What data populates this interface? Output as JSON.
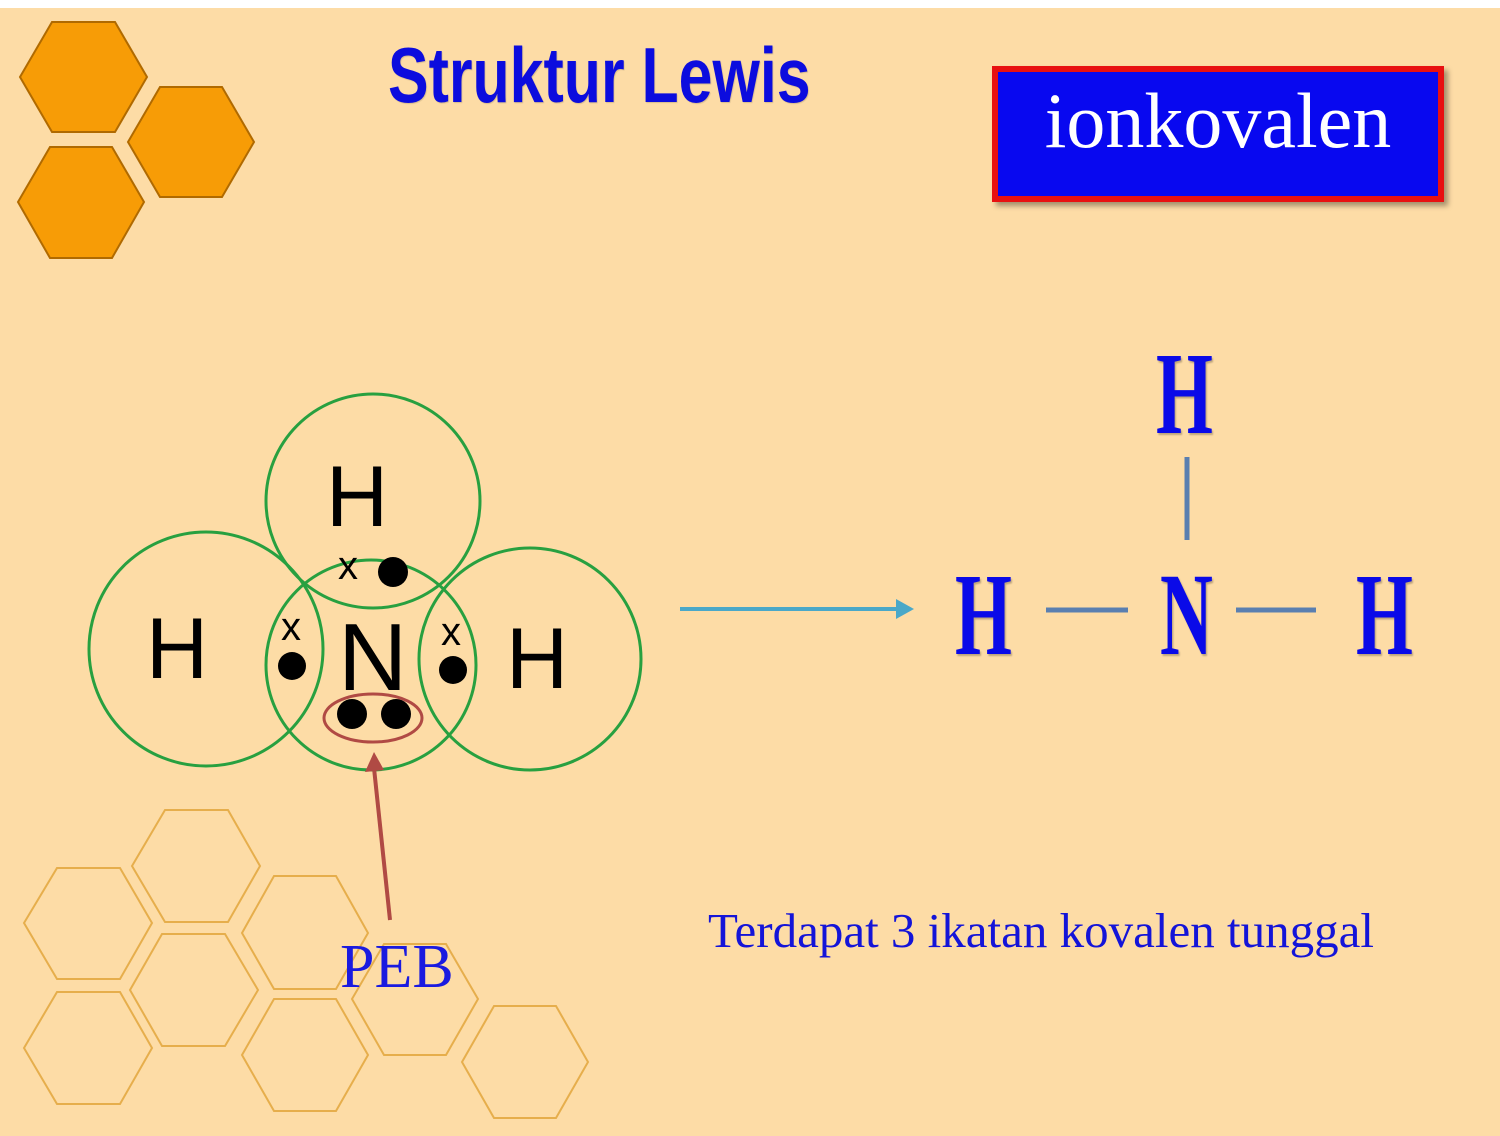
{
  "title": "Struktur Lewis",
  "tag": "ionkovalen",
  "lewis": {
    "atom_top": "H",
    "atom_left": "H",
    "atom_center": "N",
    "atom_right": "H",
    "cross": "x",
    "peb_label": "PEB"
  },
  "structural": {
    "h_top": "H",
    "h_left": "H",
    "n": "N",
    "h_right": "H"
  },
  "note": "Terdapat 3 ikatan kovalen tunggal",
  "colors": {
    "background": "#fddca6",
    "title_blue": "#0c0cde",
    "hex_fill": "#f79c06",
    "circle_green": "#28a040",
    "peb_red": "#b04a44",
    "arrow_teal": "#4aa8c8"
  }
}
